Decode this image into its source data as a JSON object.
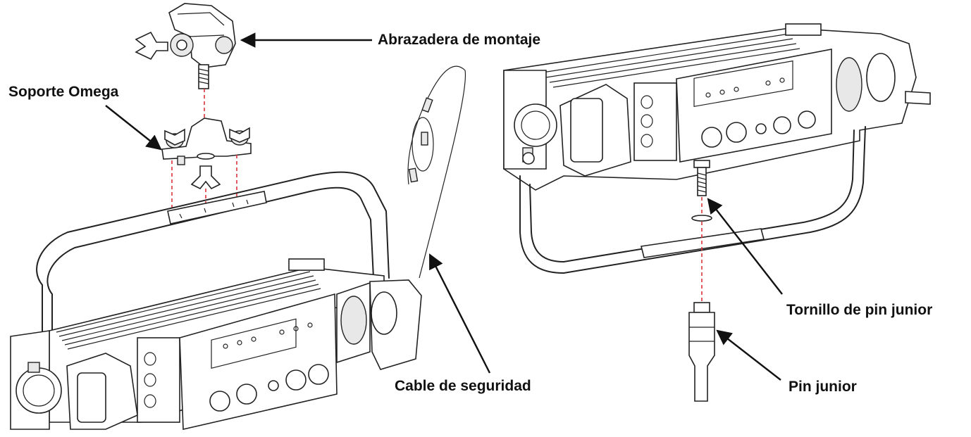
{
  "labels": {
    "clamp": "Abrazadera de montaje",
    "omega": "Soporte Omega",
    "safety": "Cable de seguridad",
    "screw": "Tornillo de pin junior",
    "pin": "Pin junior"
  },
  "colors": {
    "line": "#222222",
    "guide": "#d8333a",
    "background": "#ffffff"
  },
  "icons": [
    "mounting-clamp-icon",
    "omega-bracket-icon",
    "fixture-icon",
    "junior-pin-icon",
    "screw-icon"
  ]
}
